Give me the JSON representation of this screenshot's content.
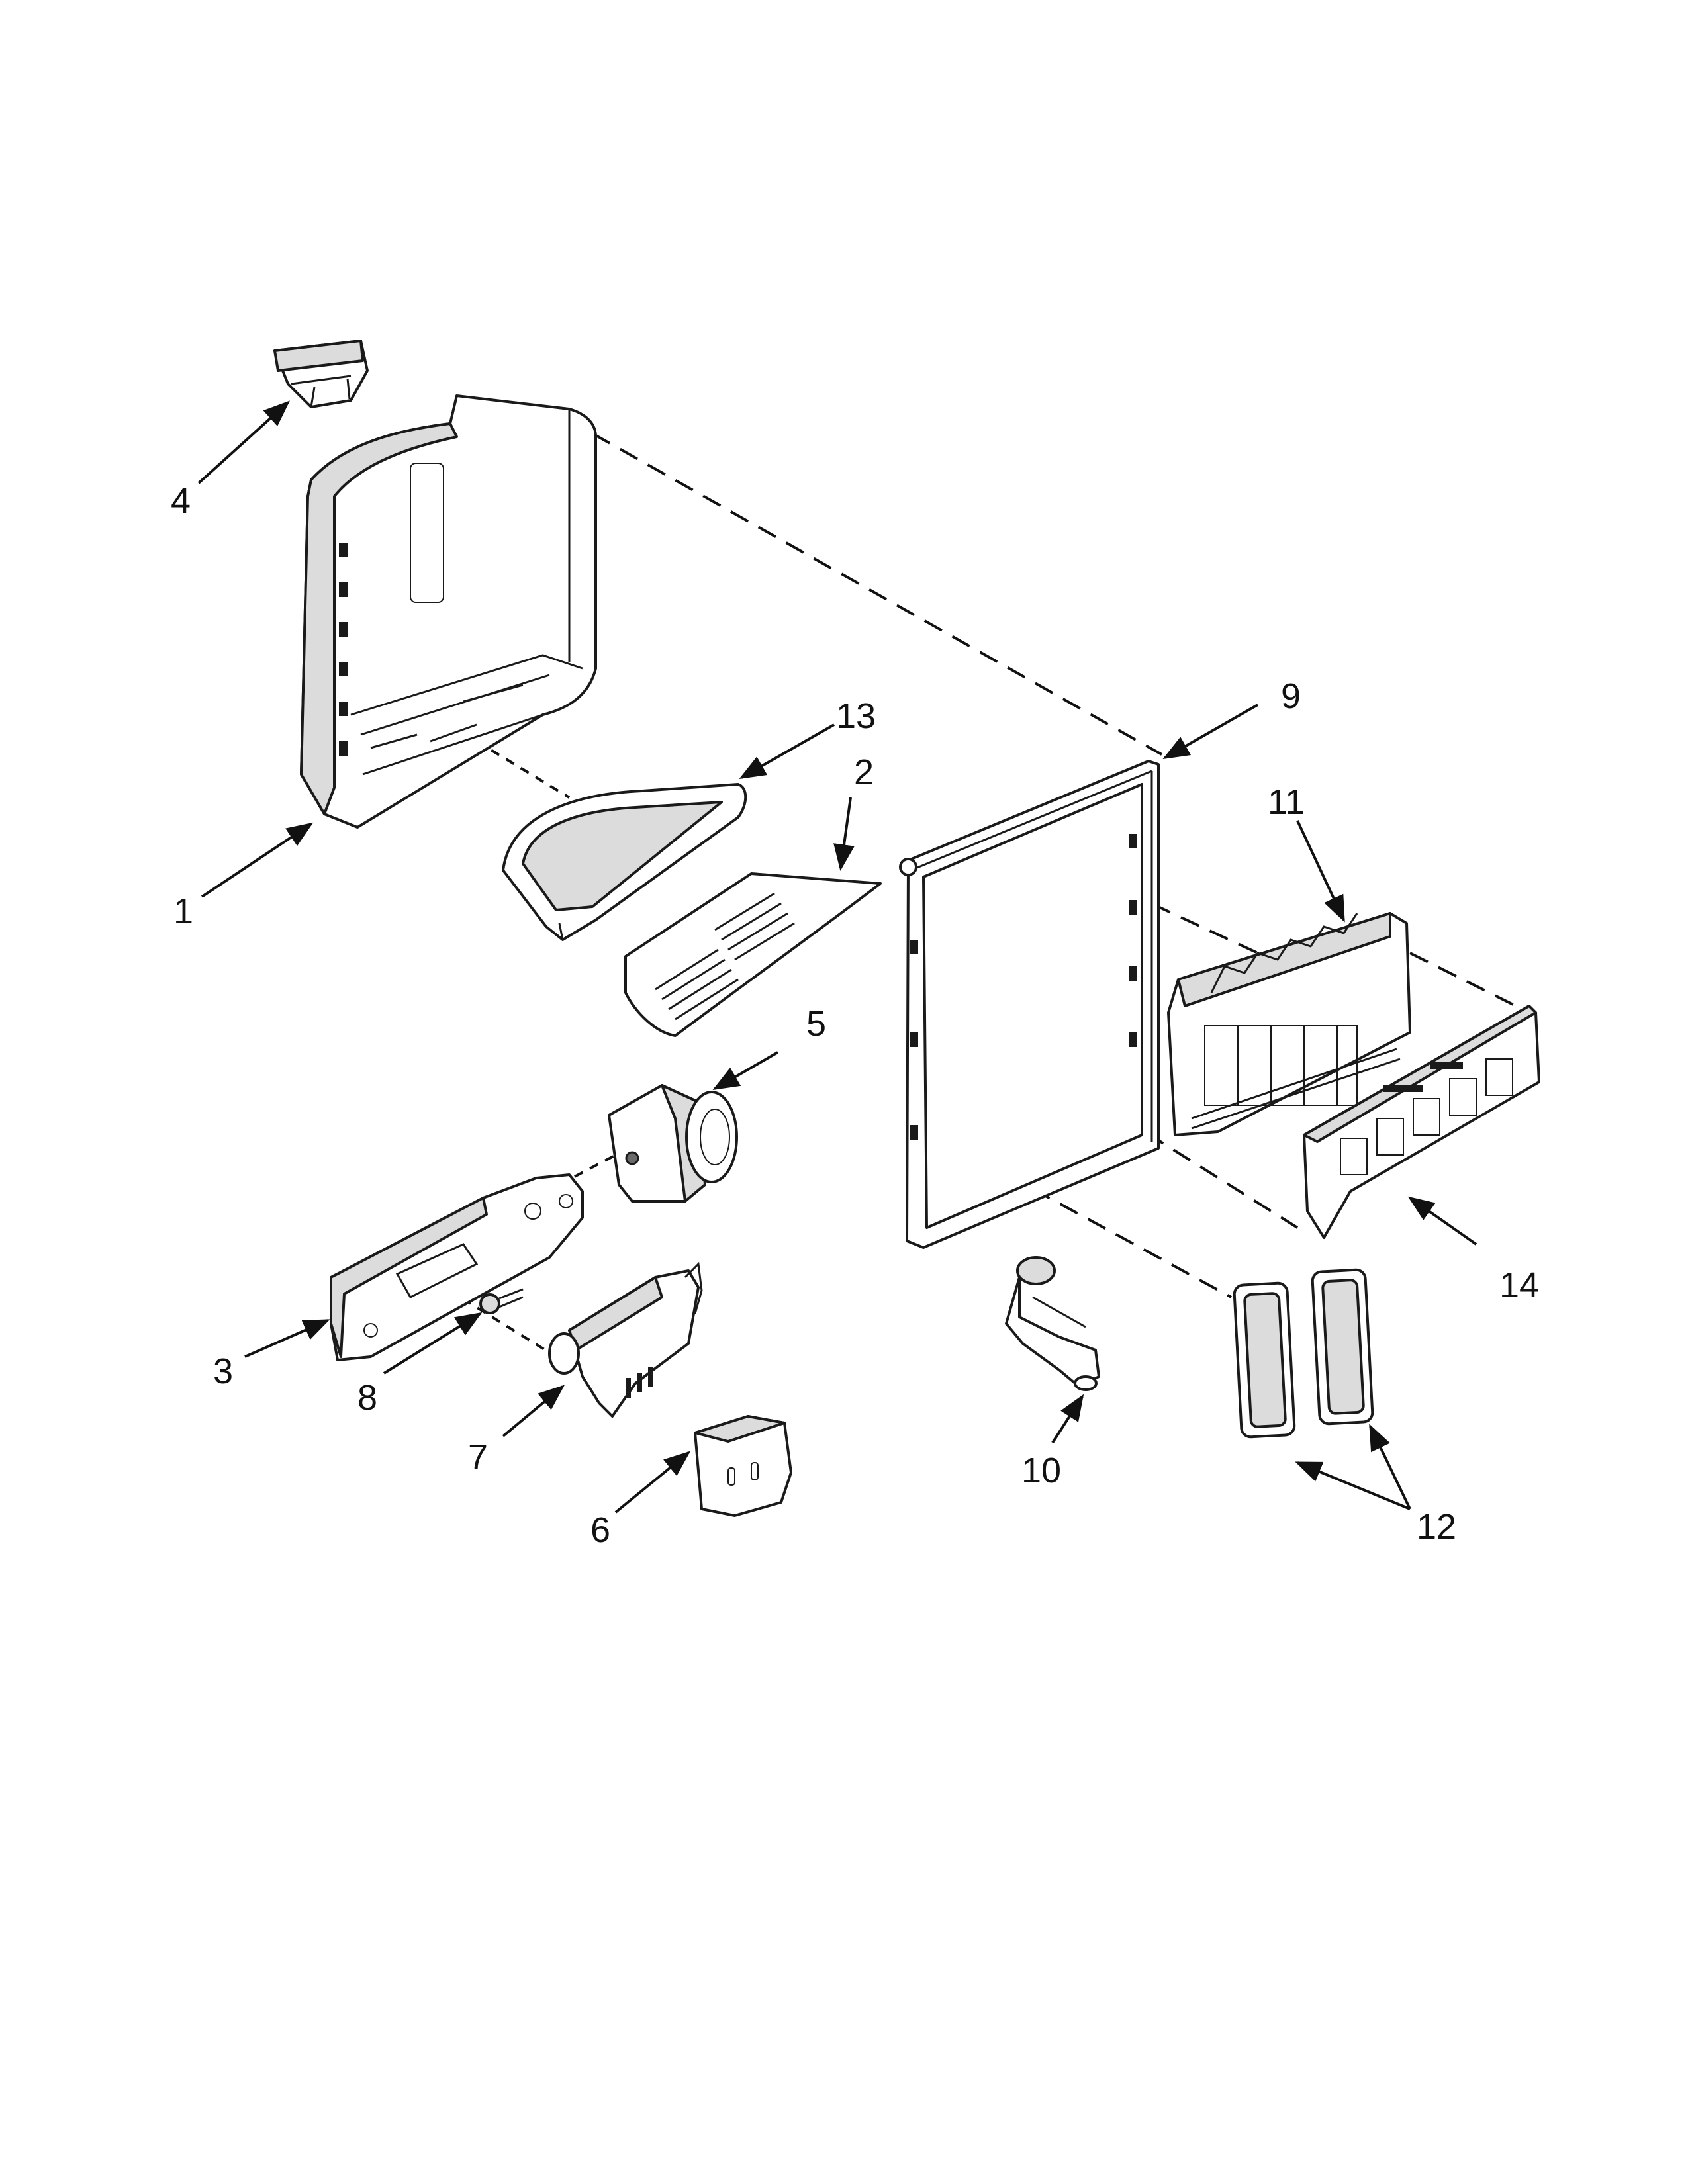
{
  "callouts": {
    "c1": "1",
    "c2": "2",
    "c3": "3",
    "c4": "4",
    "c5": "5",
    "c6": "6",
    "c7": "7",
    "c8": "8",
    "c9": "9",
    "c10": "10",
    "c11": "11",
    "c12": "12",
    "c13": "13",
    "c14": "14"
  },
  "colors": {
    "line": "#1a1a1a",
    "shade": "#dcdcdc",
    "background": "#ffffff"
  }
}
